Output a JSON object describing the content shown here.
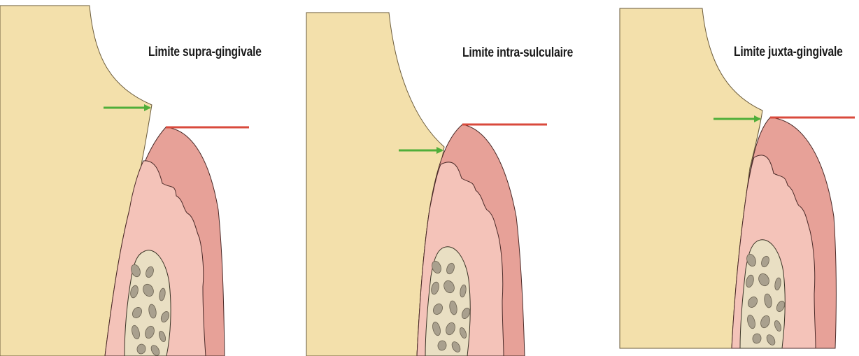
{
  "panels": [
    {
      "label": "Limite supra-gingivale"
    },
    {
      "label": "Limite intra-sulculaire"
    },
    {
      "label": "Limite juxta-gingivale"
    }
  ],
  "colors": {
    "tooth": "#f3e0ab",
    "gingiva_outer": "#e7a198",
    "gingiva_inner": "#f4c3b9",
    "bone": "#e9dfc3",
    "bone_hole": "#a9a08e",
    "margin_line": "#d94a3c",
    "arrow": "#4fae3a"
  }
}
